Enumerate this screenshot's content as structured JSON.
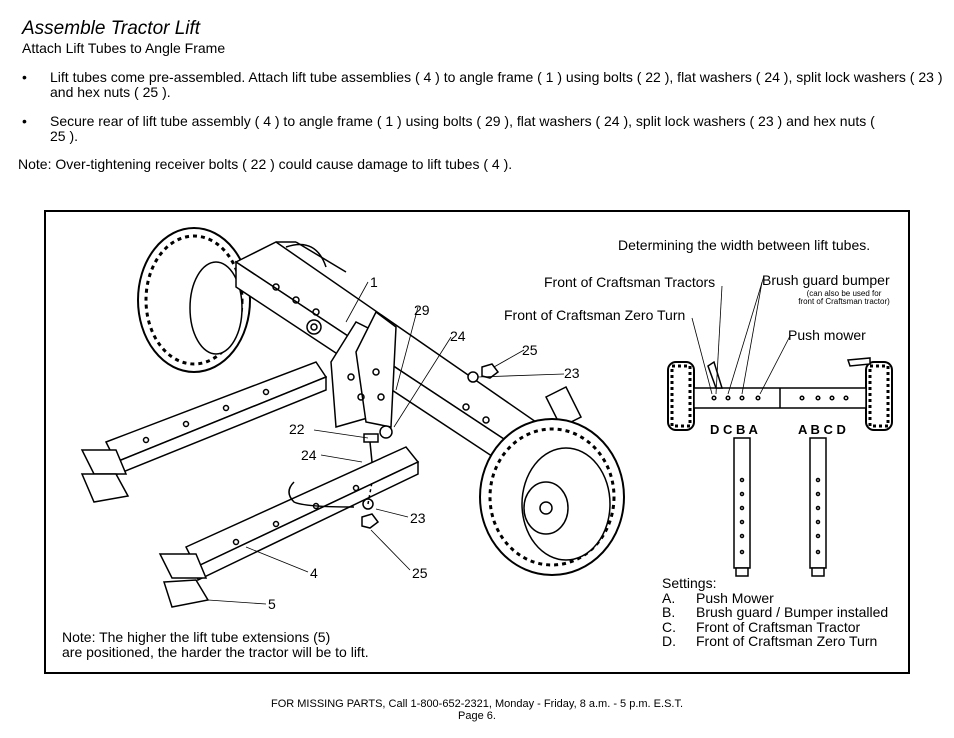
{
  "header": {
    "title": "Assemble Tractor Lift",
    "subtitle": "Attach Lift Tubes to Angle Frame"
  },
  "bullets": [
    {
      "symbol": "•",
      "text": "Lift tubes come pre-assembled. Attach lift tube assemblies ( 4 ) to angle frame ( 1 ) using bolts ( 22 ), flat washers ( 24 ), split lock washers ( 23 ) and hex nuts ( 25 )."
    },
    {
      "symbol": "•",
      "text": "Secure rear of lift tube assembly ( 4 ) to angle frame ( 1 ) using bolts ( 29 ), flat washers ( 24 ), split lock washers ( 23 ) and hex nuts ( 25 )."
    }
  ],
  "note": "Note: Over-tightening receiver bolts ( 22 ) could cause damage to lift tubes ( 4 ).",
  "figure": {
    "heading": "Determining the width between lift tubes.",
    "labels": {
      "front_craftsman_tractors": "Front of Craftsman Tractors",
      "brush_guard_bumper": "Brush guard bumper",
      "brush_guard_sub_1": "(can also be used for",
      "brush_guard_sub_2": "front of Craftsman tractor)",
      "front_zero_turn": "Front of Craftsman Zero Turn",
      "push_mower": "Push mower",
      "holes_left": "D C B  A",
      "holes_right": "A  B C D"
    },
    "callouts": {
      "c1": "1",
      "c29": "29",
      "c24a": "24",
      "c25a": "25",
      "c23a": "23",
      "c22": "22",
      "c24b": "24",
      "c23b": "23",
      "c4": "4",
      "c25b": "25",
      "c5": "5"
    },
    "settings": {
      "title": "Settings:",
      "items": [
        {
          "key": "A.",
          "label": "Push Mower"
        },
        {
          "key": "B.",
          "label": "Brush guard / Bumper installed"
        },
        {
          "key": "C.",
          "label": "Front of Craftsman Tractor"
        },
        {
          "key": "D.",
          "label": "Front of Craftsman Zero Turn"
        }
      ]
    },
    "note_line1": "Note: The higher the lift tube extensions (5)",
    "note_line2": "are positioned, the harder the tractor will be to lift."
  },
  "footer": {
    "line1": "FOR MISSING PARTS, Call 1-800-652-2321, Monday - Friday, 8 a.m. - 5 p.m. E.S.T.",
    "line2": "Page 6."
  }
}
